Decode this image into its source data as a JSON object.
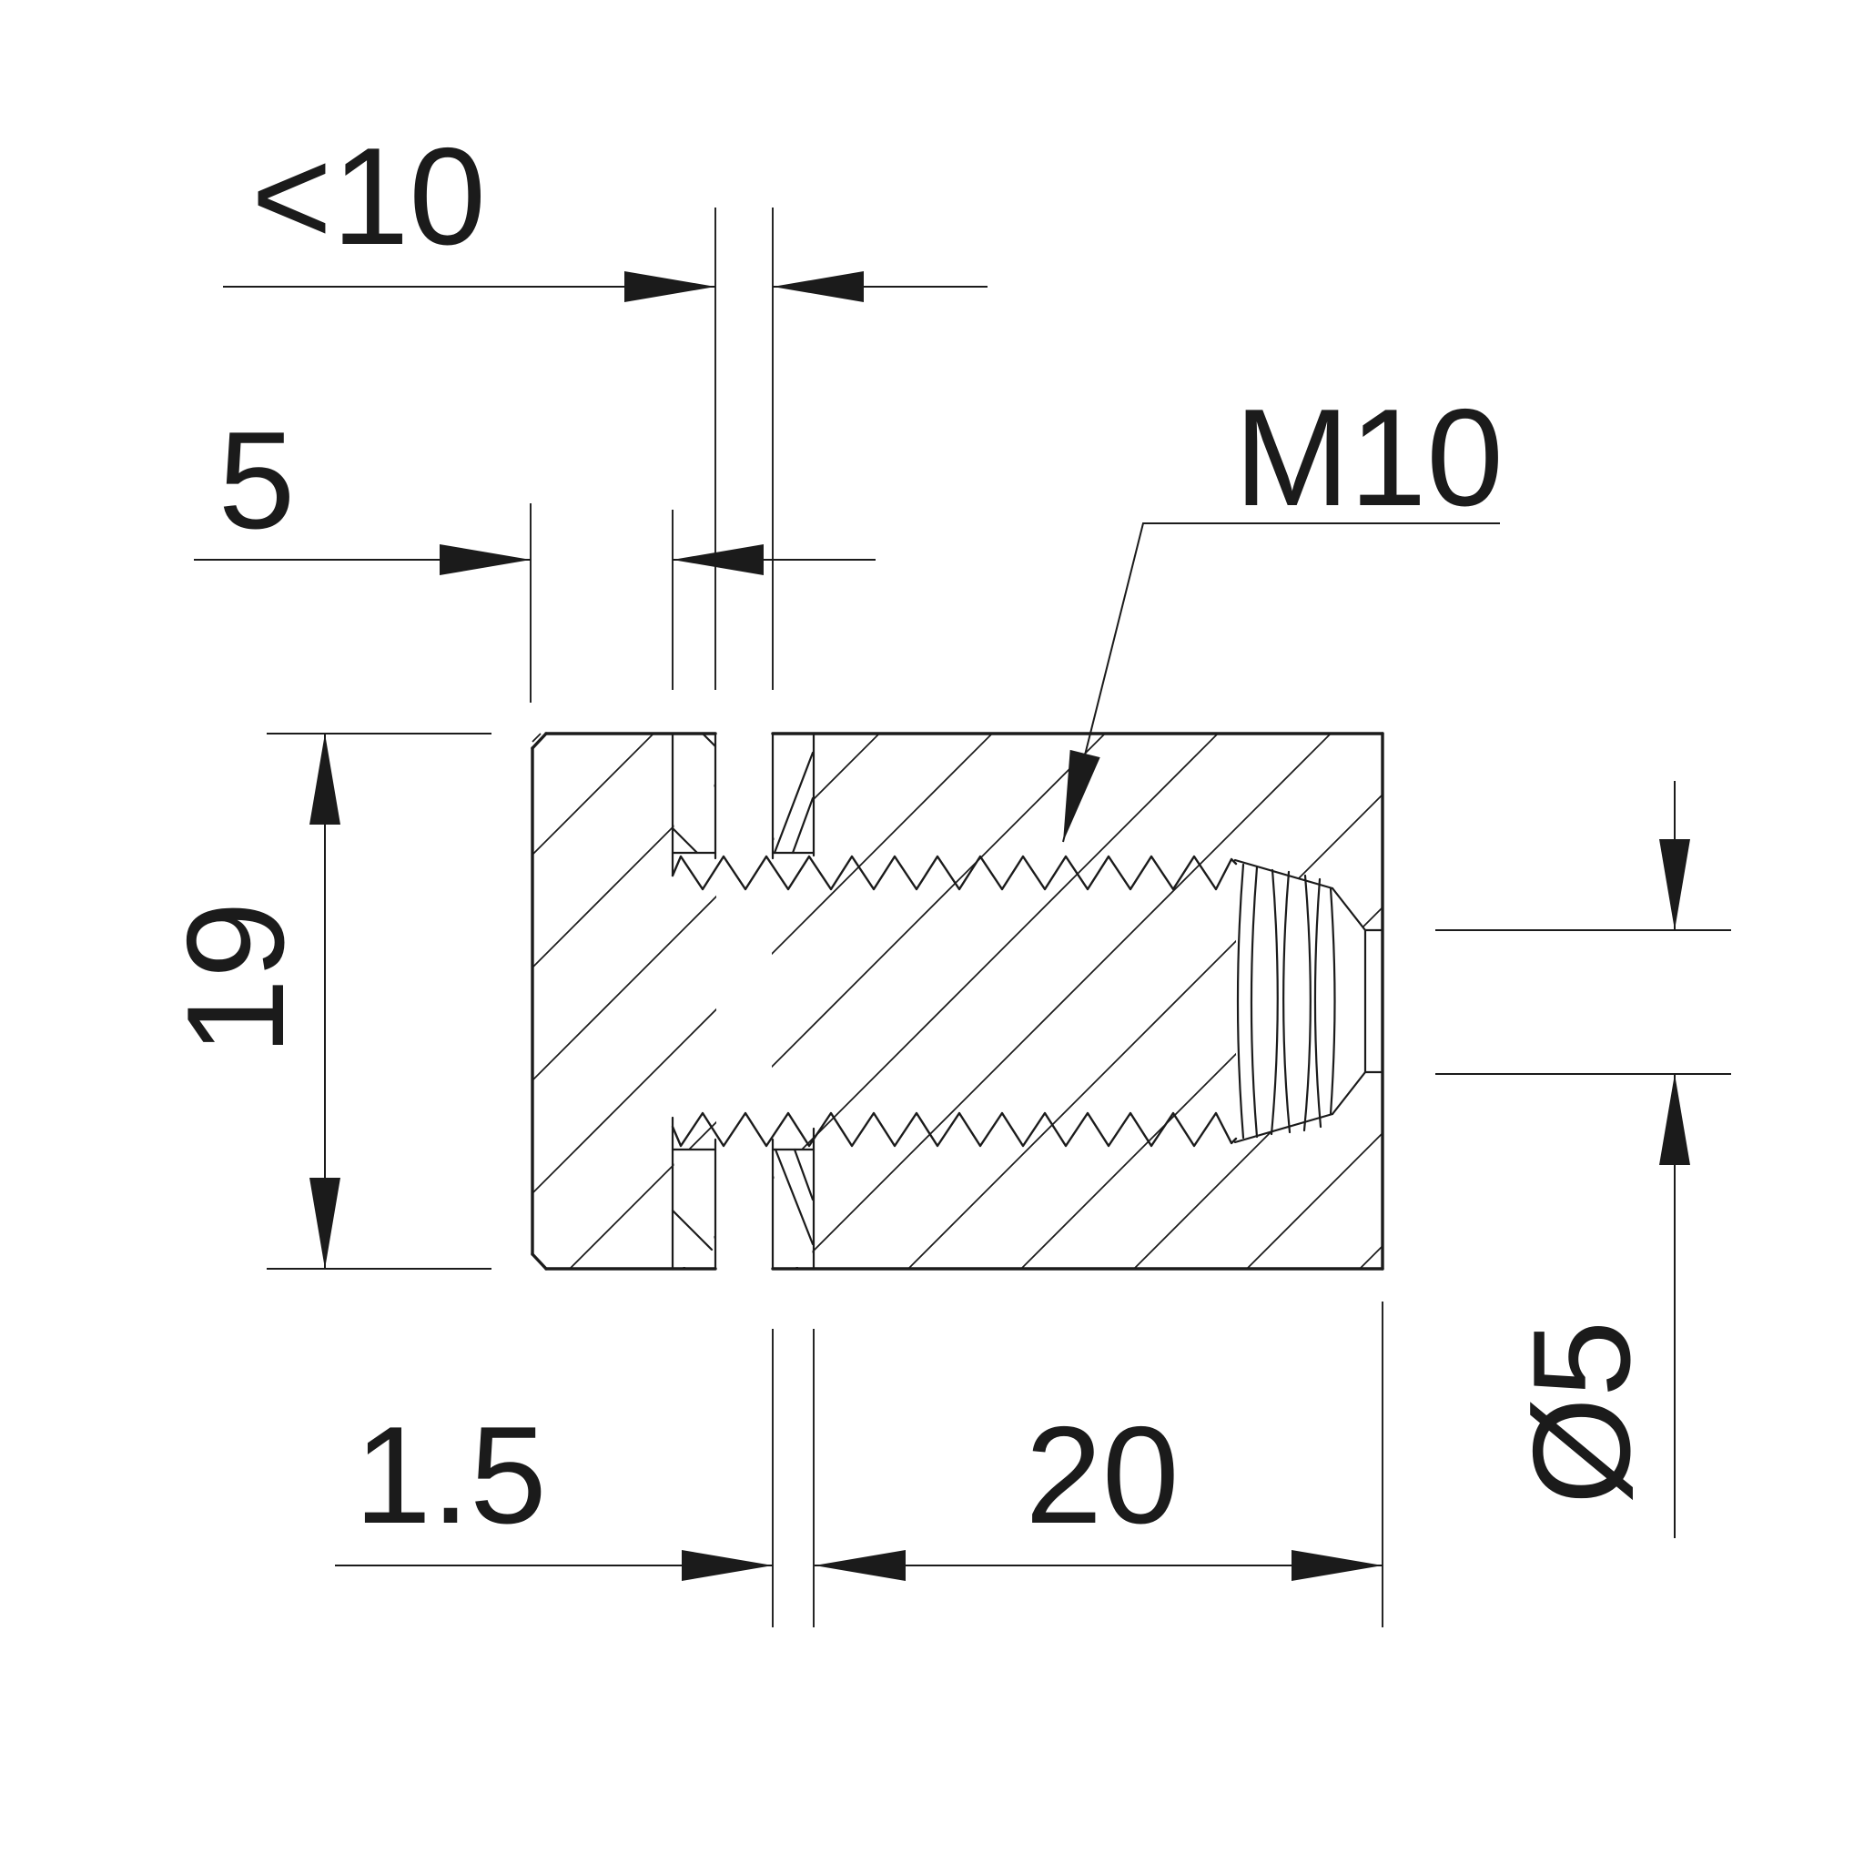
{
  "drawing": {
    "kind": "technical-section-drawing",
    "colors": {
      "line": "#1b1b1b",
      "background": "#ffffff"
    },
    "labels": {
      "slot_opening_max": "<10",
      "left_face_offset": "5",
      "thread_callout": "M10",
      "outer_diameter": "19",
      "kerf_width": "1.5",
      "thread_length": "20",
      "end_hole_diameter": "Ø5"
    }
  }
}
